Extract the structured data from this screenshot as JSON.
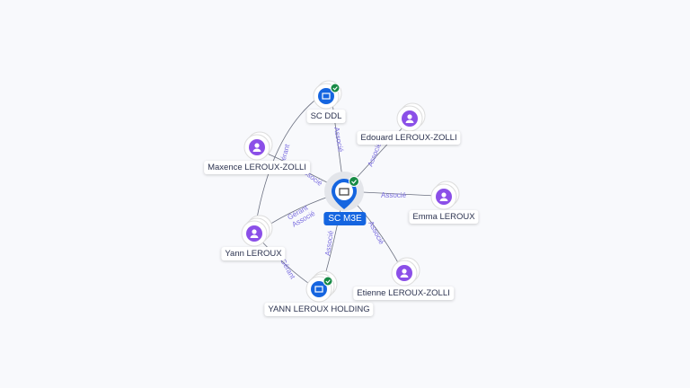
{
  "center": {
    "label": "SC M3E",
    "icon": "building-icon",
    "verified": true
  },
  "nodes": [
    {
      "label": "SC DDL",
      "type": "company",
      "verified": true
    },
    {
      "label": "Edouard LEROUX-ZOLLI",
      "type": "person"
    },
    {
      "label": "Maxence LEROUX-ZOLLI",
      "type": "person"
    },
    {
      "label": "Emma LEROUX",
      "type": "person"
    },
    {
      "label": "Yann LEROUX",
      "type": "person"
    },
    {
      "label": "Etienne LEROUX-ZOLLI",
      "type": "person"
    },
    {
      "label": "YANN LEROUX HOLDING",
      "type": "company",
      "verified": true
    }
  ],
  "edges": [
    {
      "label": "Associé"
    },
    {
      "label": "Associé"
    },
    {
      "label": "Associé"
    },
    {
      "label": "Associé"
    },
    {
      "label": "Gérant"
    },
    {
      "label": "Associé"
    },
    {
      "label": "Associé"
    },
    {
      "label": "Associé"
    },
    {
      "label": "Gérant"
    },
    {
      "label": "Gérant"
    }
  ],
  "colors": {
    "company": "#1565e0",
    "person": "#8b4fe8",
    "verified": "#178a45",
    "edge_label": "#7b6ee0"
  }
}
